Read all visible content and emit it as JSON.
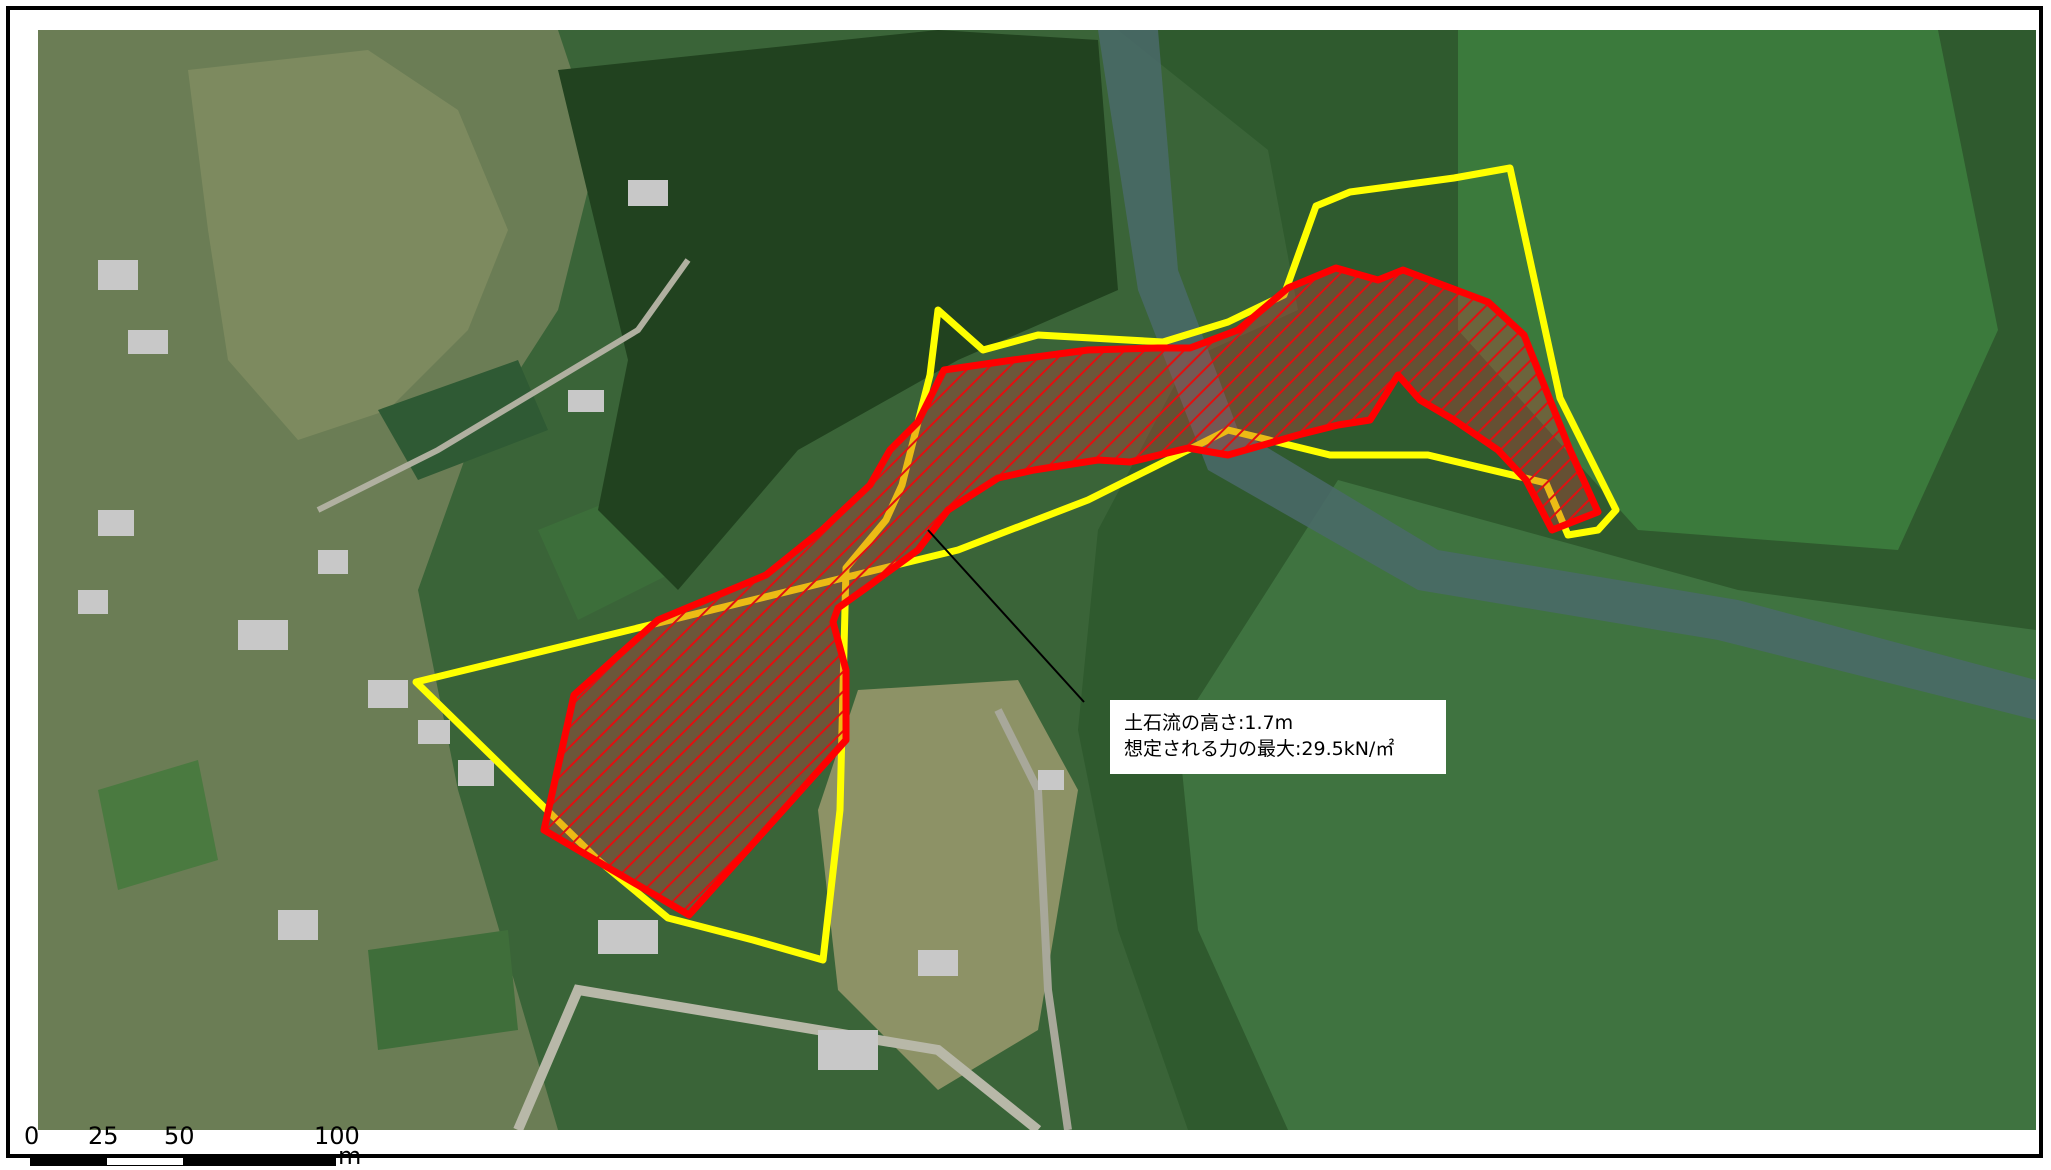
{
  "map": {
    "type": "aerial-photograph",
    "colors": {
      "frame": "#000000",
      "hazard_outline": "#ff0000",
      "hazard_hatch": "#e01010",
      "zone_outline": "#ffff00",
      "forest_dark": "#2a4f2a",
      "forest_light": "#4f8a48",
      "river": "#4a6f7a",
      "fields": "#8aa070"
    }
  },
  "callout": {
    "line1": "土石流の高さ:1.7m",
    "line2": "想定される力の最大:29.5kN/㎡"
  },
  "scale_bar": {
    "ticks": [
      "0",
      "25",
      "50",
      "100"
    ],
    "unit": "m"
  }
}
